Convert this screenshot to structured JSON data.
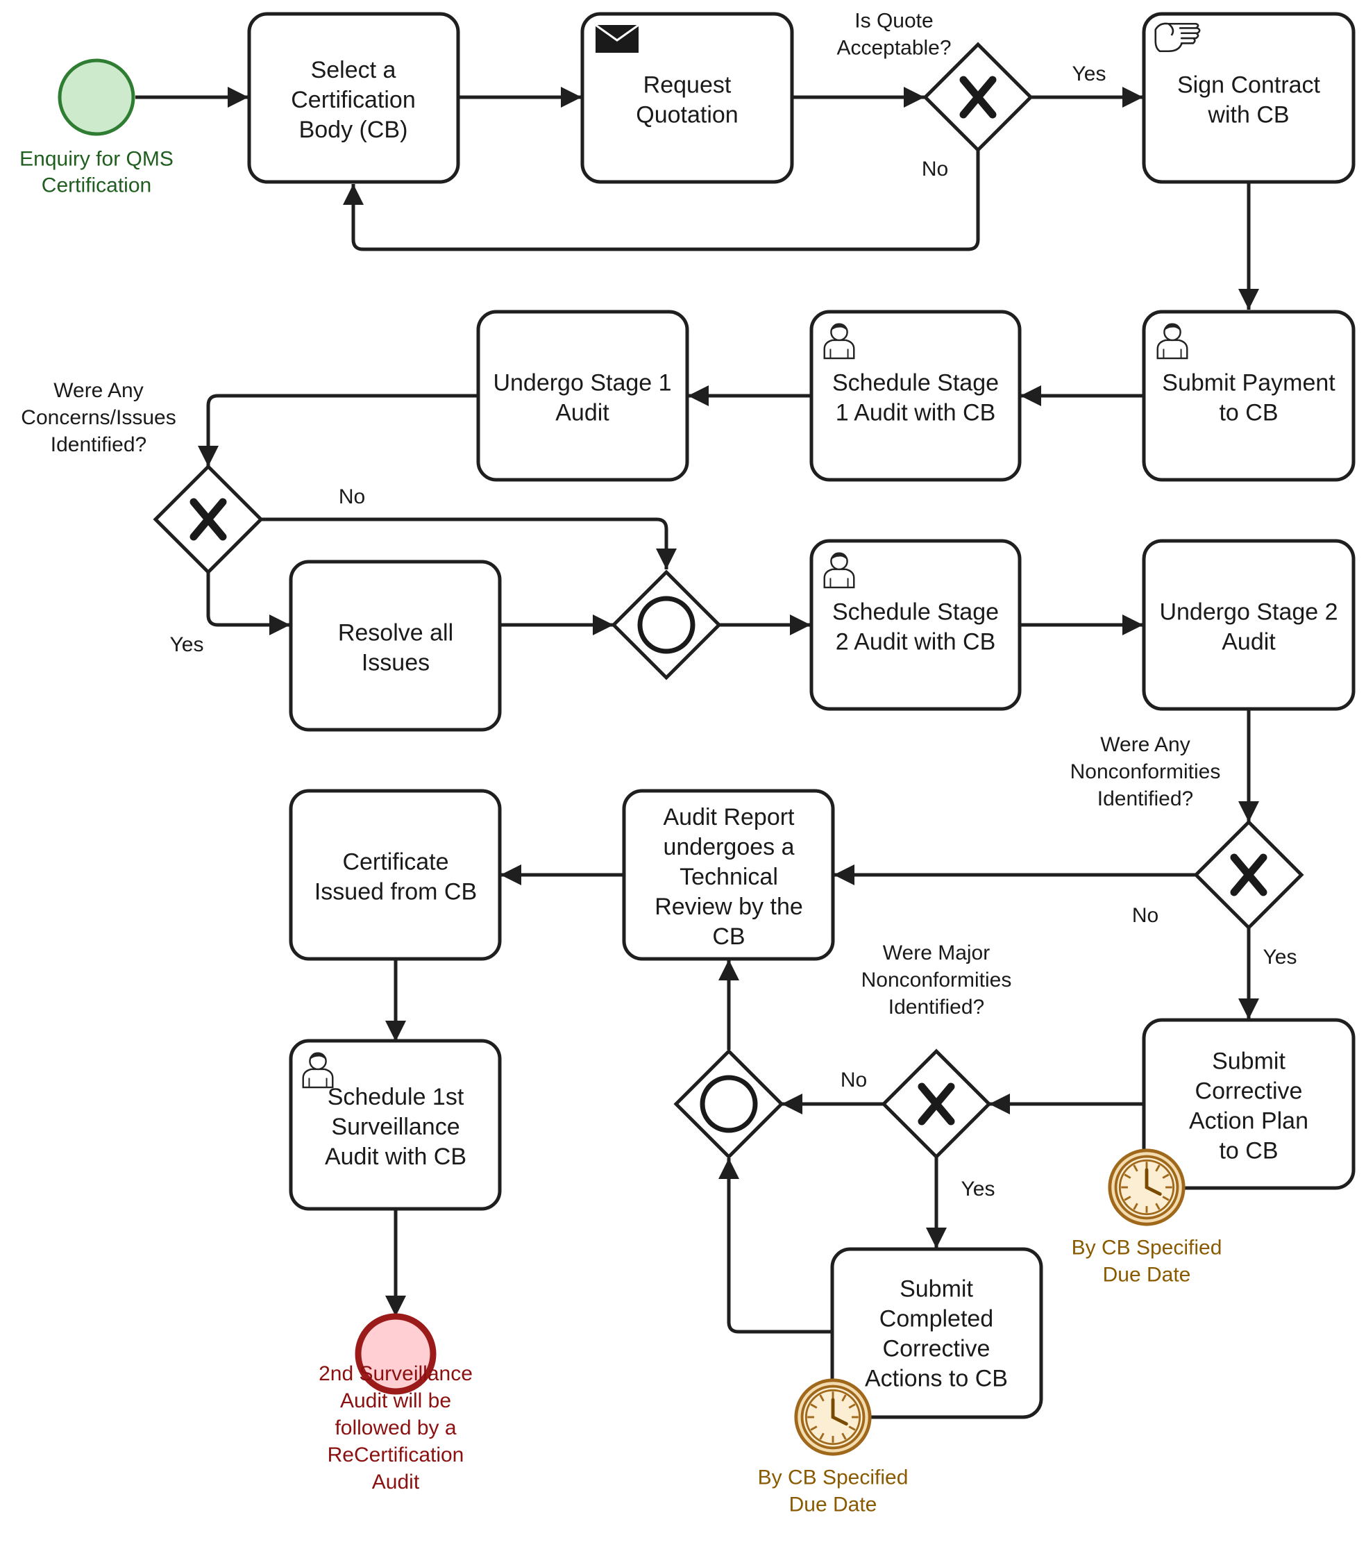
{
  "colors": {
    "line": "#1f1f1f",
    "start_fill": "#cdebcc",
    "start_stroke": "#2e7d32",
    "end_fill": "#ffcfd3",
    "end_stroke": "#9b1b1b",
    "timer": "#a0681a",
    "timer_fill": "#f3dcb0"
  },
  "events": {
    "start": "Enquiry for QMS Certification",
    "end": "2nd Surveillance Audit will be followed by a ReCertification Audit"
  },
  "tasks": {
    "select_cb": "Select a Certification Body (CB)",
    "request_quote": "Request Quotation",
    "sign_contract": "Sign Contract with CB",
    "submit_payment": "Submit Payment to CB",
    "schedule_stage1": "Schedule Stage 1 Audit with CB",
    "undergo_stage1": "Undergo Stage 1 Audit",
    "resolve_issues": "Resolve all Issues",
    "schedule_stage2": "Schedule Stage 2 Audit with CB",
    "undergo_stage2": "Undergo Stage 2 Audit",
    "technical_review": "Audit Report undergoes a Technical Review by the CB",
    "certificate_issued": "Certificate Issued from CB",
    "schedule_surveillance": "Schedule 1st Surveillance Audit with CB",
    "submit_cap": "Submit Corrective Action Plan to CB",
    "submit_completed": "Submit Completed Corrective Actions to CB"
  },
  "gateways": {
    "quote_acceptable": "Is Quote Acceptable?",
    "concerns": "Were Any Concerns/Issues Identified?",
    "nonconformities": "Were Any Nonconformities Identified?",
    "major_nc": "Were Major Nonconformities Identified?"
  },
  "flow_labels": {
    "quote_yes": "Yes",
    "quote_no": "No",
    "concerns_no": "No",
    "concerns_yes": "Yes",
    "nc_no": "No",
    "nc_yes": "Yes",
    "major_no": "No",
    "major_yes": "Yes"
  },
  "timers": {
    "cap_due": "By CB Specified Due Date",
    "completed_due": "By CB Specified Due Date"
  },
  "icons": [
    "envelope-icon",
    "hand-icon",
    "user-icon",
    "timer-icon",
    "exclusive-gateway-icon",
    "inclusive-gateway-icon"
  ]
}
